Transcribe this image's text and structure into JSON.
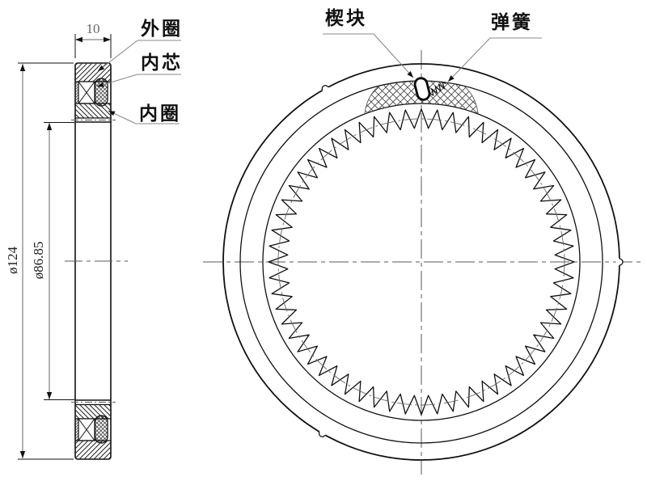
{
  "drawing": {
    "type": "engineering-cad-drawing",
    "subject": "one-way clutch bearing (sprag type), section view and front view",
    "colors": {
      "background": "#ffffff",
      "line": "#111111",
      "leader": "#8a8a8a",
      "centerline": "#5a5a5a",
      "hatch": "#222222",
      "sector_hatch": "#4a4a4a",
      "dim_line": "#666666"
    },
    "section_view": {
      "part_labels": [
        {
          "id": "outer-ring",
          "text": "外圈"
        },
        {
          "id": "inner-core",
          "text": "内芯"
        },
        {
          "id": "inner-ring",
          "text": "内圈"
        }
      ],
      "dimensions": {
        "width": {
          "text": "10",
          "value": 10
        },
        "outer_diameter": {
          "text": "ø124",
          "value": 124
        },
        "bore_diameter": {
          "text": "ø86.85",
          "value": 86.85
        }
      }
    },
    "front_view": {
      "part_labels": [
        {
          "id": "wedge",
          "text": "楔块"
        },
        {
          "id": "spring",
          "text": "弹簧"
        }
      ],
      "teeth_count": 60,
      "notch_count": 3
    }
  }
}
